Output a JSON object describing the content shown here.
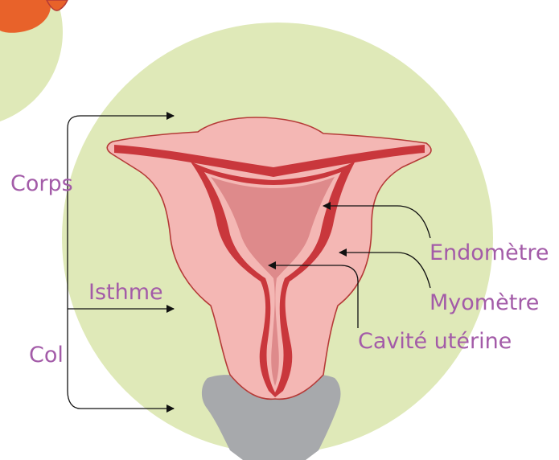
{
  "colors": {
    "background_circle": "#dfe9b8",
    "top_circle": "#dfe9b8",
    "top_blob": "#e8622a",
    "tissue_light": "#f4b7b4",
    "tissue_dark": "#c9373c",
    "cavity": "#de8a8b",
    "outline": "#b53a37",
    "vagina": "#a7a9ac",
    "label": "#a35ba8",
    "arrow": "#111111"
  },
  "labels": {
    "corps": "Corps",
    "isthme": "Isthme",
    "col": "Col",
    "endometre": "Endomètre",
    "myometre": "Myomètre",
    "cavite": "Cavité utérine"
  },
  "icons": {
    "arrow": "arrowhead-right",
    "arrow_left": "arrowhead-left"
  }
}
